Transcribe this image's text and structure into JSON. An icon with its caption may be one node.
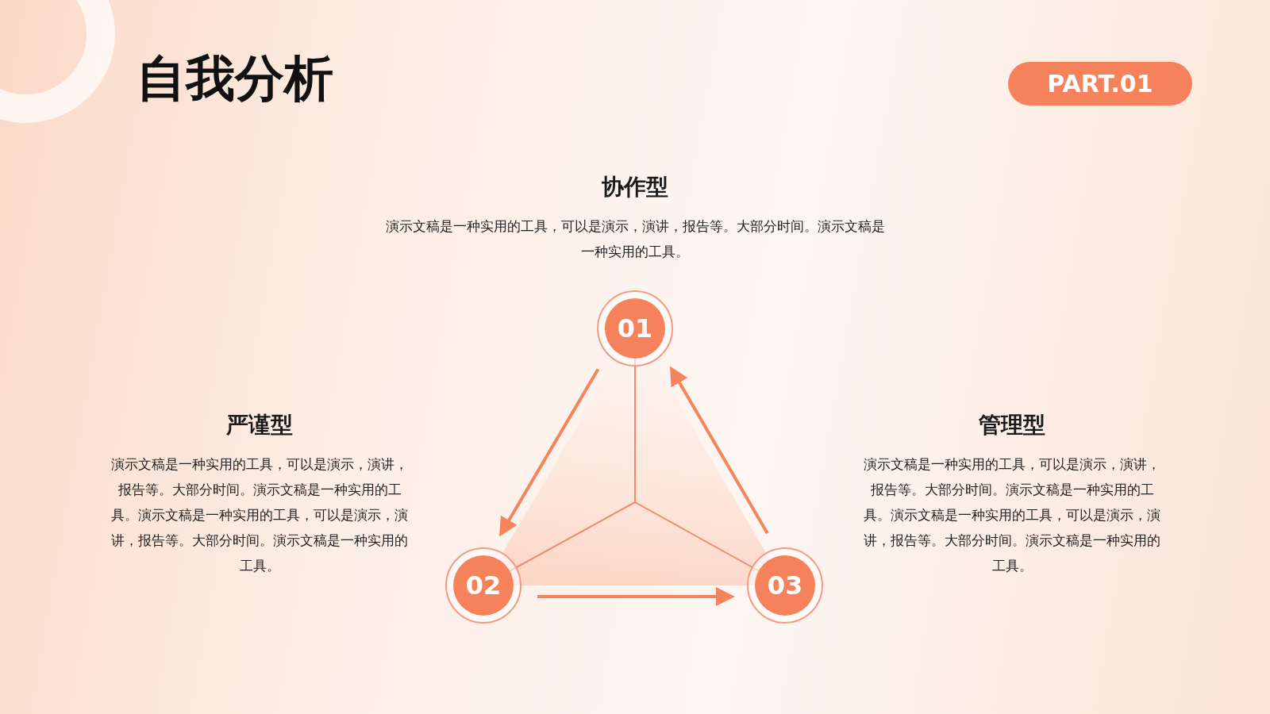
{
  "diagram": {
    "title": "自我分析",
    "nodes": [
      {
        "text": [
          "PART.01"
        ]
      },
      {
        "text": [
          "01"
        ],
        "beside": [
          "协作型",
          "演示文稿是一种实用的工具，可以是演示，演讲，报告等。大部分时间。演示文稿是一种实用的工具。"
        ]
      },
      {
        "text": [
          "02"
        ],
        "beside": [
          "严谨型",
          "演示文稿是一种实用的工具，可以是演示，演讲，报告等。大部分时间。演示文稿是一种实用的工具。演示文稿是一种实用的工具，可以是演示，演讲，报告等。大部分时间。演示文稿是一种实用的工具。"
        ]
      },
      {
        "text": [
          "03"
        ],
        "beside": [
          "管理型",
          "演示文稿是一种实用的工具，可以是演示，演讲，报告等。大部分时间。演示文稿是一种实用的工具。演示文稿是一种实用的工具，可以是演示，演讲，报告等。大部分时间。演示文稿是一种实用的工具。"
        ]
      }
    ],
    "edges": [
      {
        "from": 1,
        "to": 2,
        "arrow": "to"
      },
      {
        "from": 2,
        "to": 3,
        "arrow": "to"
      },
      {
        "from": 3,
        "to": 1,
        "arrow": "to"
      }
    ]
  }
}
